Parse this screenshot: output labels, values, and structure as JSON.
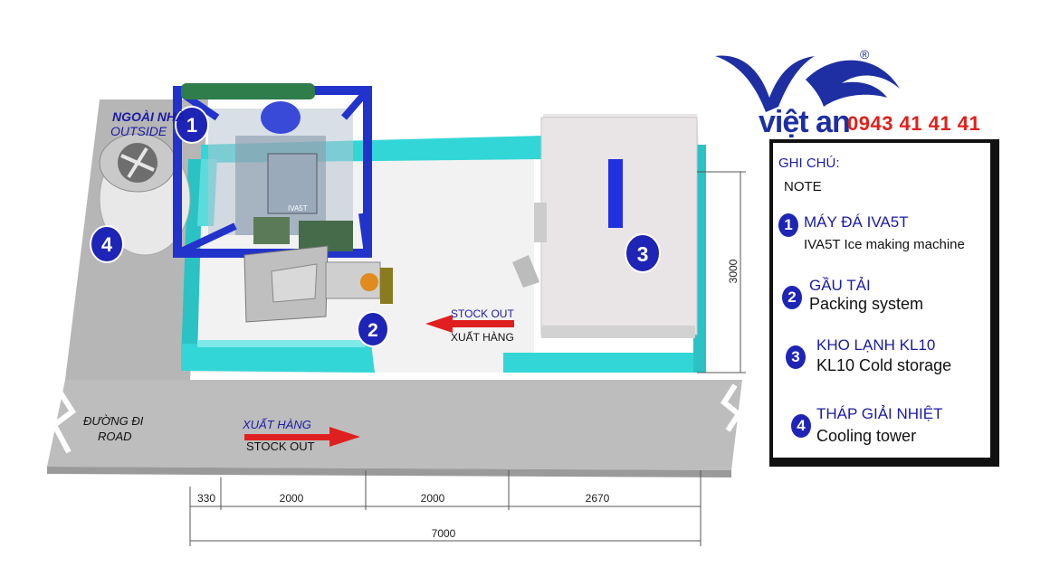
{
  "brand": {
    "name": "việt an",
    "registered_mark": "®",
    "phone": "0943 41 41 41",
    "colors": {
      "brand_blue": "#1d2fa3",
      "phone_red": "#e0201a"
    }
  },
  "diagram": {
    "outside_label_vi": "NGOÀI NHÀ",
    "outside_label_en": "OUTSIDE",
    "road_label_vi": "ĐƯỜNG ĐI",
    "road_label_en": "ROAD",
    "road_arrow_vi": "XUẤT HÀNG",
    "road_arrow_en": "STOCK OUT",
    "inner_arrow_en": "STOCK OUT",
    "inner_arrow_vi": "XUẤT HÀNG",
    "machine_plate": "IVA5T",
    "markers": [
      "1",
      "2",
      "3",
      "4"
    ],
    "dimensions": {
      "segments": [
        "330",
        "2000",
        "2000",
        "2670"
      ],
      "total": "7000",
      "height": "3000"
    },
    "colors": {
      "wall_cyan": "#33d6d6",
      "frame_blue": "#2233cc",
      "floor_gray": "#b9b9b9",
      "arrow_red": "#e02020",
      "marker_blue": "#1e24b5"
    }
  },
  "legend": {
    "title_vi": "GHI CHÚ:",
    "title_en": "NOTE",
    "items": [
      {
        "num": "1",
        "vi": "MÁY ĐÁ IVA5T",
        "en": "IVA5T Ice making machine"
      },
      {
        "num": "2",
        "vi": "GẦU TẢI",
        "en": "Packing system"
      },
      {
        "num": "3",
        "vi": "KHO LẠNH KL10",
        "en": "KL10 Cold storage"
      },
      {
        "num": "4",
        "vi": "THÁP GIẢI NHIỆT",
        "en": "Cooling tower"
      }
    ]
  }
}
